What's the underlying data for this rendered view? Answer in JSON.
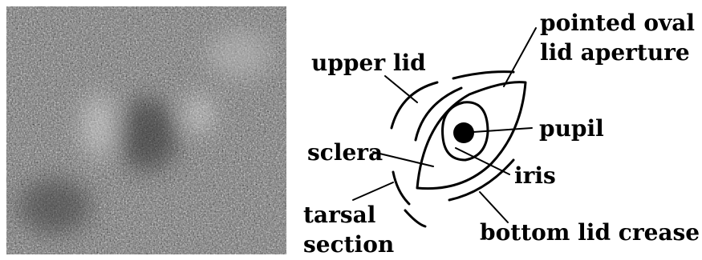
{
  "labels": {
    "pointed_oval_line1": "pointed oval",
    "pointed_oval_line2": "lid aperture",
    "upper_lid": "upper lid",
    "pupil": "pupil",
    "sclera": "sclera",
    "iris": "iris",
    "tarsal_line1": "tarsal",
    "tarsal_line2": "section",
    "bottom_lid_crease": "bottom lid crease"
  }
}
